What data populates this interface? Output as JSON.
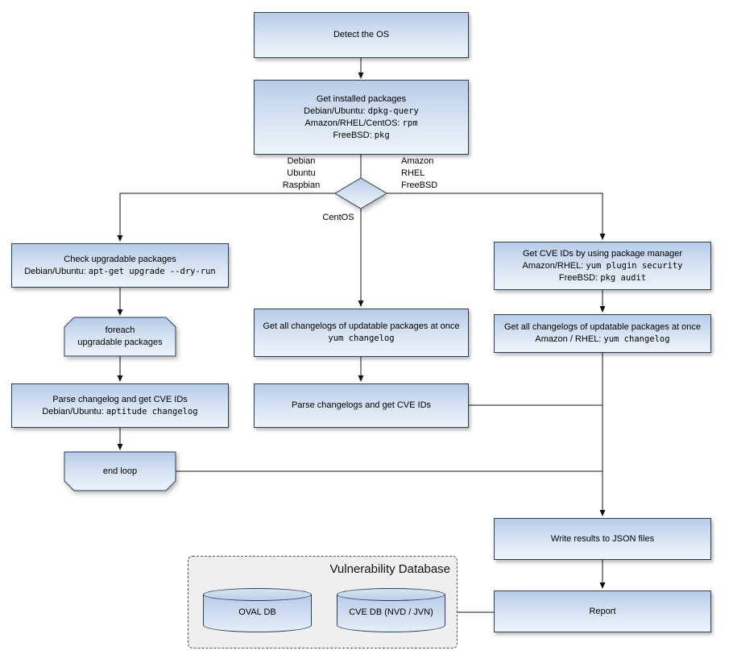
{
  "colors": {
    "node_border": "#2b3f5c",
    "node_fill_top": "#b7cce8",
    "node_fill_bottom": "#eef4fb",
    "connector": "#111111",
    "db_panel_fill": "#efefef"
  },
  "nodes": {
    "detect_os": {
      "text": "Detect the OS"
    },
    "get_installed": {
      "title": "Get installed packages",
      "items": [
        {
          "label": "Debian/Ubuntu: ",
          "cmd": "dpkg-query"
        },
        {
          "label": "Amazon/RHEL/CentOS: ",
          "cmd": "rpm"
        },
        {
          "label": "FreeBSD: ",
          "cmd": "pkg"
        }
      ]
    },
    "check_upgradable": {
      "title": "Check upgradable packages",
      "item": {
        "label": "Debian/Ubuntu: ",
        "cmd": "apt-get upgrade --dry-run"
      }
    },
    "foreach_loop": {
      "line1": "foreach",
      "line2": "upgradable  packages"
    },
    "parse_changelog_deb": {
      "title": "Parse changelog and get  CVE IDs",
      "item": {
        "label": "Debian/Ubuntu: ",
        "cmd": "aptitude changelog"
      }
    },
    "end_loop": {
      "text": "end loop"
    },
    "get_changelogs_centos": {
      "title": "Get all changelogs of updatable packages at once",
      "cmd": "yum changelog"
    },
    "parse_changelogs_centos": {
      "text": "Parse changelogs and get CVE IDs"
    },
    "get_cve_pkg_manager": {
      "title": "Get CVE IDs by using package manager",
      "items": [
        {
          "label": "Amazon/RHEL: ",
          "cmd": "yum plugin security"
        },
        {
          "label": "FreeBSD: ",
          "cmd": "pkg audit"
        }
      ]
    },
    "get_changelogs_amazon": {
      "title": "Get all changelogs of updatable packages at once",
      "item": {
        "label": "Amazon / RHEL: ",
        "cmd": "yum changelog"
      }
    },
    "write_json": {
      "text": "Write results to JSON files"
    },
    "report": {
      "text": "Report"
    }
  },
  "branches": {
    "left": "Debian\nUbuntu\nRaspbian",
    "right": "Amazon\nRHEL\nFreeBSD",
    "bottom": "CentOS"
  },
  "database": {
    "title": "Vulnerability Database",
    "oval_db": "OVAL DB",
    "cve_db": "CVE DB (NVD / JVN)"
  }
}
